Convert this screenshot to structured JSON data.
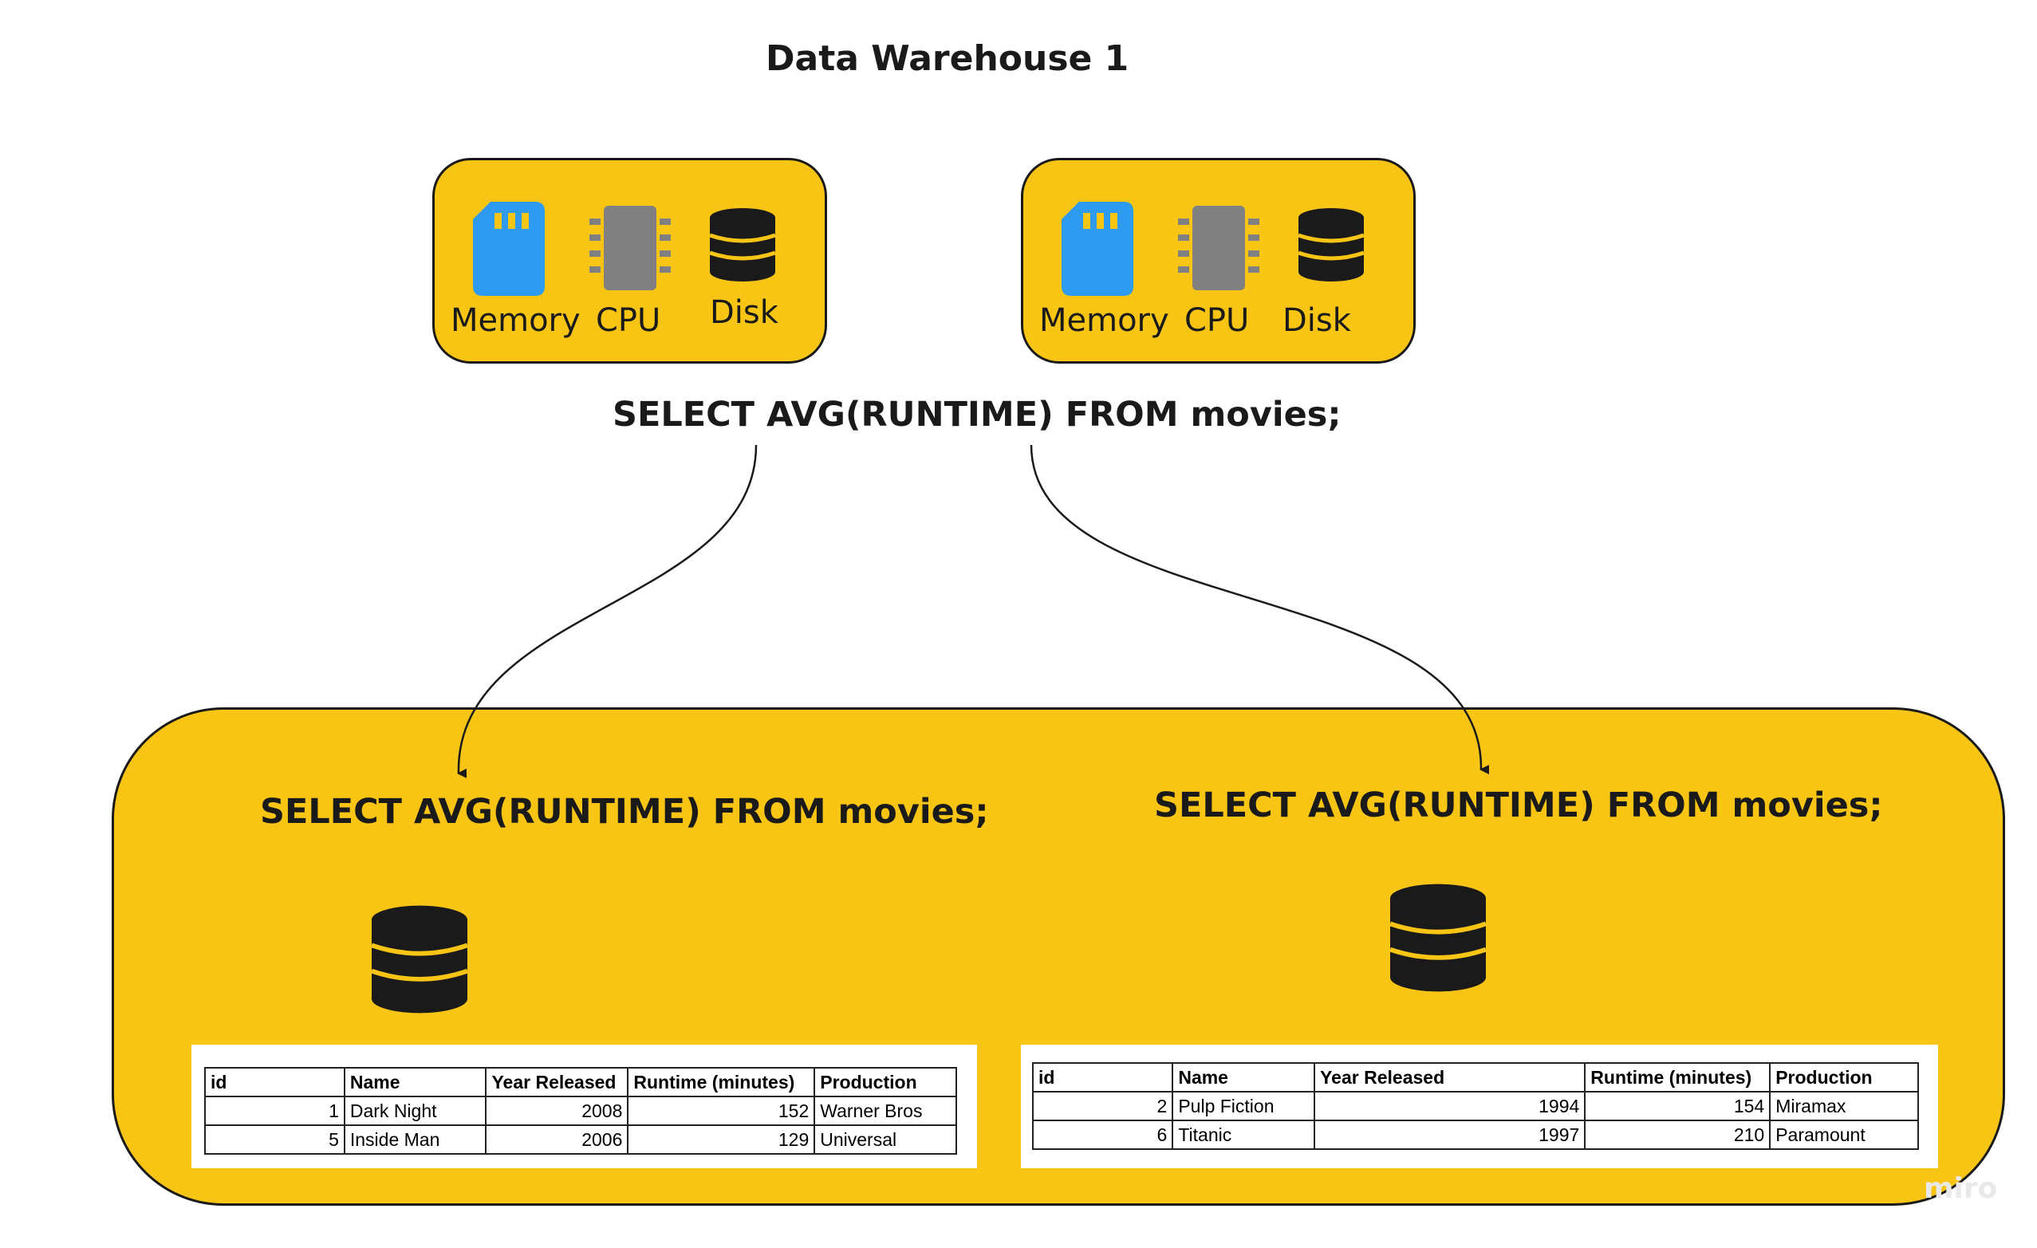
{
  "diagram": {
    "title": "Data Warehouse 1",
    "compute_nodes": [
      {
        "components": [
          {
            "label": "Memory",
            "icon": "memory-card-icon"
          },
          {
            "label": "CPU",
            "icon": "cpu-chip-icon"
          },
          {
            "label": "Disk",
            "icon": "database-icon"
          }
        ]
      },
      {
        "components": [
          {
            "label": "Memory",
            "icon": "memory-card-icon"
          },
          {
            "label": "CPU",
            "icon": "cpu-chip-icon"
          },
          {
            "label": "Disk",
            "icon": "database-icon"
          }
        ]
      }
    ],
    "query": "SELECT AVG(RUNTIME) FROM movies;",
    "storage_partitions": [
      {
        "query": "SELECT AVG(RUNTIME) FROM movies;",
        "table": {
          "columns": [
            "id",
            "Name",
            "Year Released",
            "Runtime (minutes)",
            "Production"
          ],
          "rows": [
            [
              "1",
              "Dark Night",
              "2008",
              "152",
              "Warner Bros"
            ],
            [
              "5",
              "Inside Man",
              "2006",
              "129",
              "Universal"
            ]
          ]
        }
      },
      {
        "query": "SELECT AVG(RUNTIME) FROM movies;",
        "table": {
          "columns": [
            "id",
            "Name",
            "Year Released",
            "Runtime (minutes)",
            "Production"
          ],
          "rows": [
            [
              "2",
              "Pulp Fiction",
              "1994",
              "154",
              "Miramax"
            ],
            [
              "6",
              "Titanic",
              "1997",
              "210",
              "Paramount"
            ]
          ]
        }
      }
    ],
    "watermark": "miro"
  },
  "colors": {
    "node_fill": "#F8C515",
    "memory_blue": "#2E9BF0",
    "cpu_gray": "#808080",
    "disk_black": "#1a1a1a",
    "outline": "#1a1a1a"
  }
}
